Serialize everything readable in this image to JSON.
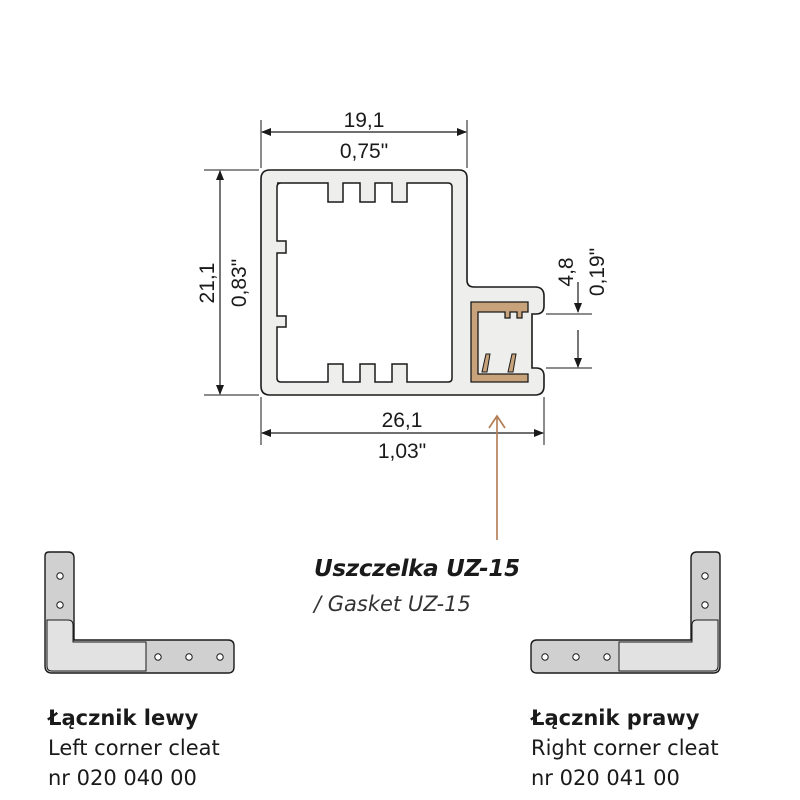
{
  "dimensions": {
    "top_width_mm": "19,1",
    "top_width_in": "0,75\"",
    "height_mm": "21,1",
    "height_in": "0,83\"",
    "gap_mm": "4,8",
    "gap_in": "0,19\"",
    "bottom_width_mm": "26,1",
    "bottom_width_in": "1,03\""
  },
  "gasket": {
    "title": "Uszczelka UZ-15",
    "subtitle": "/ Gasket UZ-15",
    "color": "#c8a27a"
  },
  "cleats": {
    "left": {
      "title": "Łącznik lewy",
      "name": "Left corner cleat",
      "number": "nr 020 040 00"
    },
    "right": {
      "title": "Łącznik prawy",
      "name": "Right corner cleat",
      "number": "nr 020 041 00"
    }
  },
  "colors": {
    "profile_fill": "#eeeeec",
    "cleat_fill": "#d0d0d0",
    "arrow": "#b07a4e",
    "line": "#1a1a1a"
  }
}
